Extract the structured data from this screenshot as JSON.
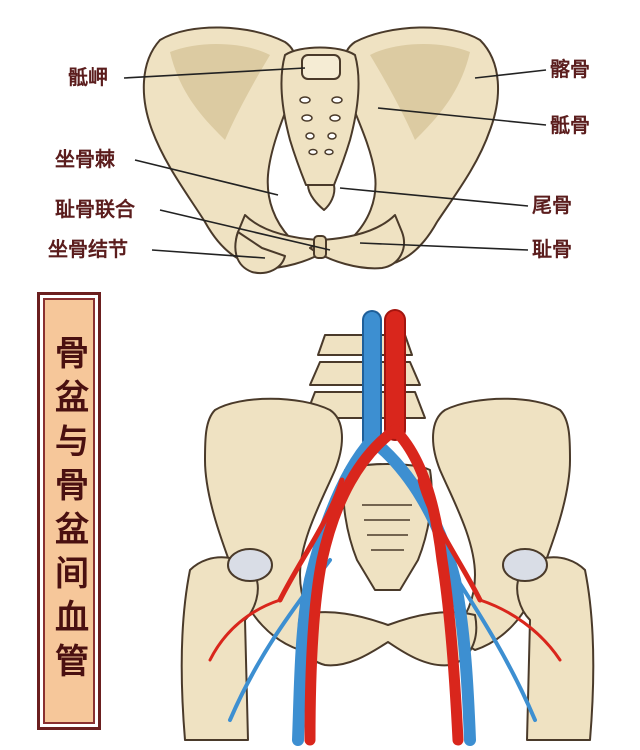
{
  "title": "骨盆与骨盆间血管",
  "labels": {
    "sacral_promontory": "骶岬",
    "ischial_spine": "坐骨棘",
    "pubic_symphysis": "耻骨联合",
    "ischial_tuberosity": "坐骨结节",
    "ilium": "髂骨",
    "sacrum": "骶骨",
    "coccyx": "尾骨",
    "pubis": "耻骨"
  },
  "colors": {
    "bone": "#efe2c2",
    "bone_outline": "#4a3a2a",
    "artery": "#d9261c",
    "vein": "#3d8fd1",
    "label_text": "#5b1d1d",
    "title_background": "#f6c79a",
    "title_border": "#6b1f1f"
  }
}
